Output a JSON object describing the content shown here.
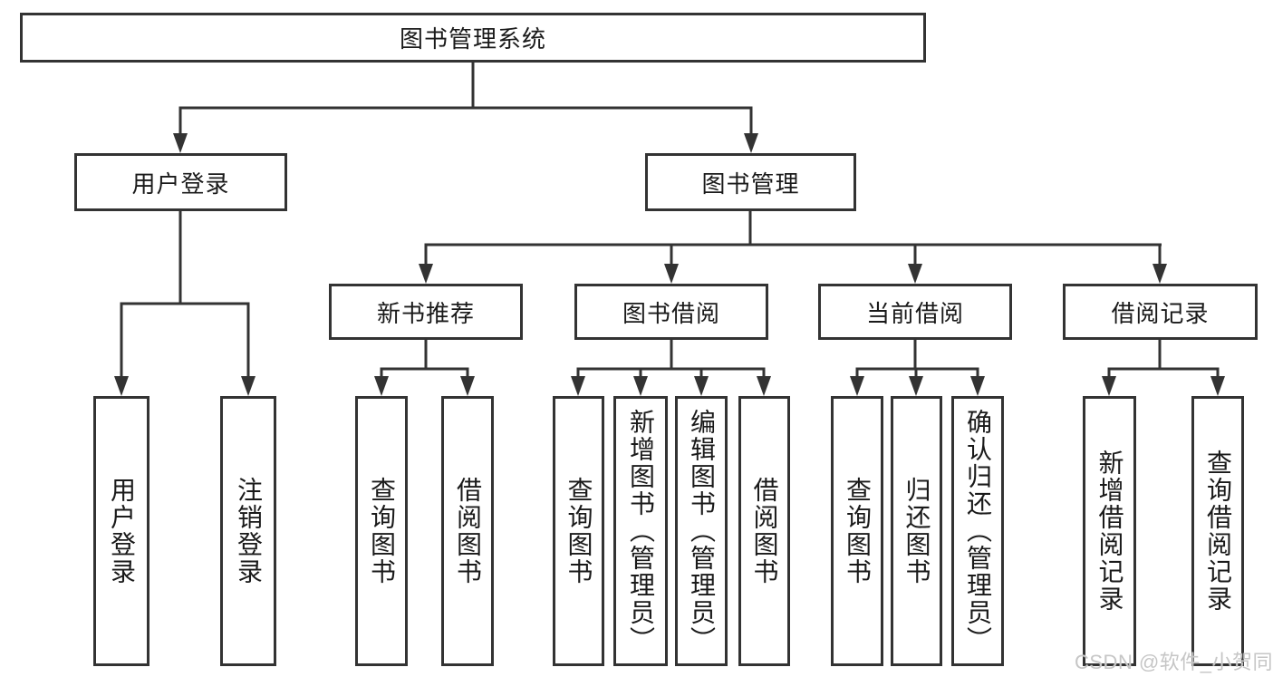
{
  "nodes": {
    "root": {
      "label": "图书管理系统"
    },
    "level2": {
      "user_login": {
        "label": "用户登录"
      },
      "book_management": {
        "label": "图书管理"
      }
    },
    "level3": {
      "new_book_recommend": {
        "label": "新书推荐"
      },
      "book_borrowing": {
        "label": "图书借阅"
      },
      "current_borrowing": {
        "label": "当前借阅"
      },
      "borrowing_records": {
        "label": "借阅记录"
      }
    },
    "leaves": {
      "user_login": {
        "label": "用户登录"
      },
      "logout_login": {
        "label": "注销登录"
      },
      "query_books_a": {
        "label": "查询图书"
      },
      "borrow_books_a": {
        "label": "借阅图书"
      },
      "query_books_b": {
        "label": "查询图书"
      },
      "add_book_admin": {
        "label": "新增图书（管理员）"
      },
      "edit_book_admin": {
        "label": "编辑图书（管理员）"
      },
      "borrow_books_b": {
        "label": "借阅图书"
      },
      "query_books_c": {
        "label": "查询图书"
      },
      "return_books": {
        "label": "归还图书"
      },
      "confirm_return_admin": {
        "label": "确认归还（管理员）"
      },
      "add_borrow_record": {
        "label": "新增借阅记录"
      },
      "query_borrow_record": {
        "label": "查询借阅记录"
      }
    }
  },
  "hierarchy": {
    "图书管理系统": {
      "用户登录": [
        "用户登录",
        "注销登录"
      ],
      "图书管理": {
        "新书推荐": [
          "查询图书",
          "借阅图书"
        ],
        "图书借阅": [
          "查询图书",
          "新增图书（管理员）",
          "编辑图书（管理员）",
          "借阅图书"
        ],
        "当前借阅": [
          "查询图书",
          "归还图书",
          "确认归还（管理员）"
        ],
        "借阅记录": [
          "新增借阅记录",
          "查询借阅记录"
        ]
      }
    }
  },
  "watermark": {
    "text": "CSDN @软件_小贺同学"
  },
  "colors": {
    "line": "#333333",
    "text": "#1a1a1a",
    "background": "#ffffff",
    "watermark": "#c6c6c6"
  }
}
